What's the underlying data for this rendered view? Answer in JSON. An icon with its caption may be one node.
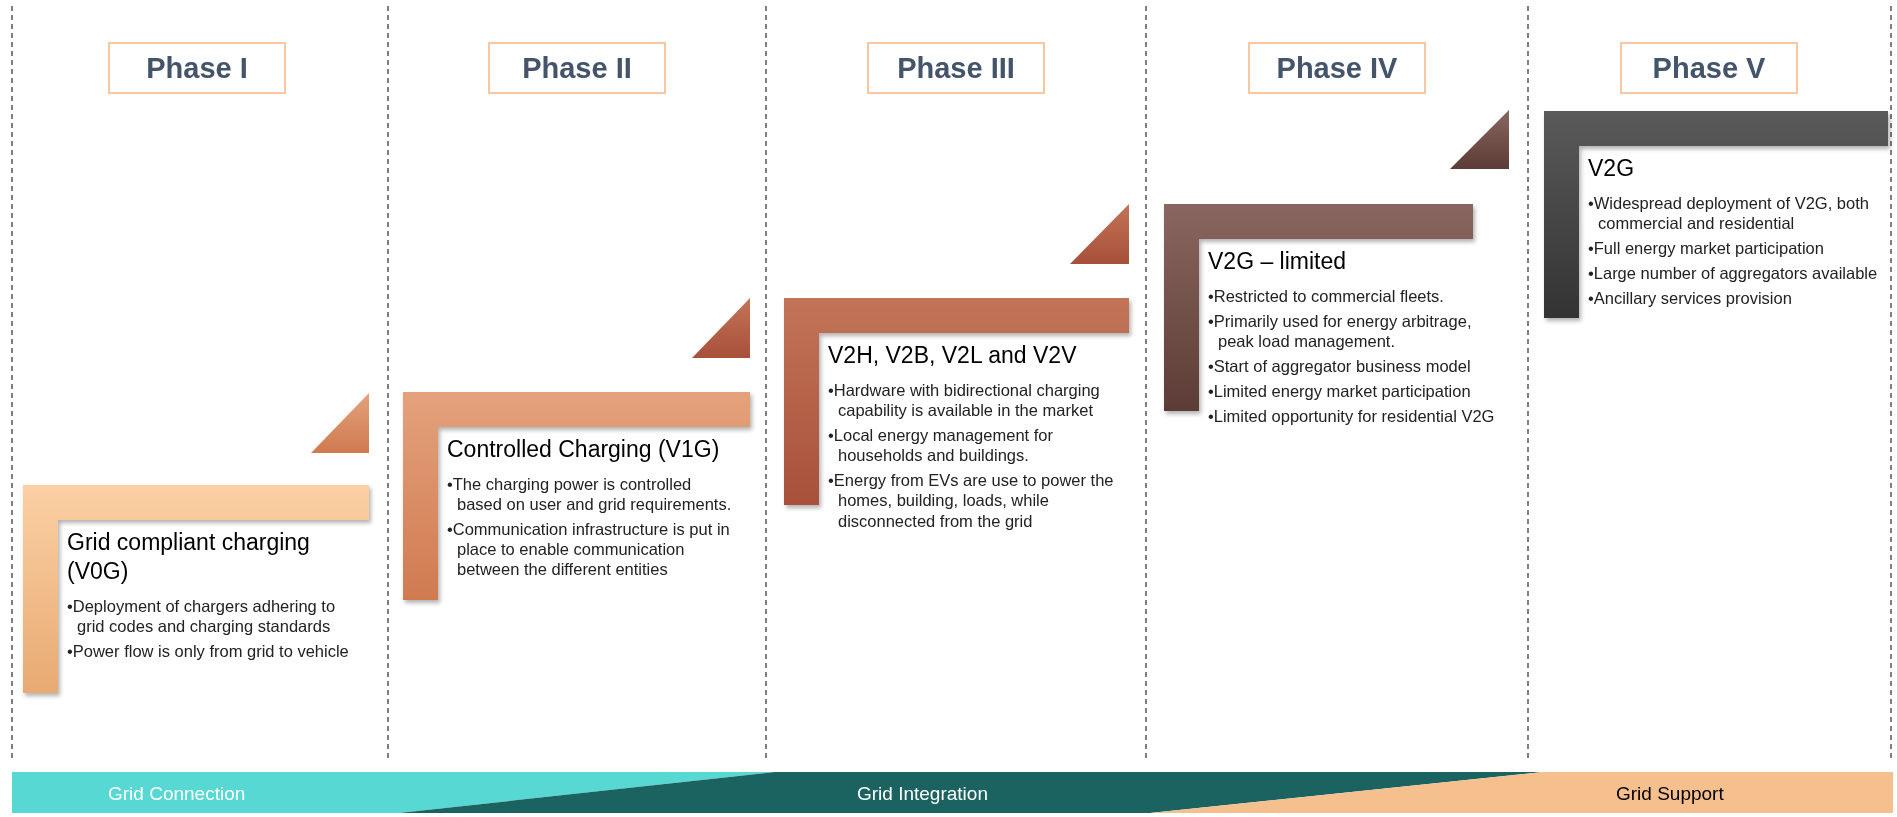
{
  "diagram": {
    "nodes": [
      {
        "text": [
          "Phase I"
        ]
      },
      {
        "text": [
          "Phase II"
        ]
      },
      {
        "text": [
          "Phase III"
        ]
      },
      {
        "text": [
          "Phase IV"
        ]
      },
      {
        "text": [
          "Phase V"
        ]
      },
      {
        "text": [
          "Grid compliant charging (V0G)",
          "•Deployment of chargers adhering to grid codes and charging standards",
          "•Power flow is only from grid to vehicle"
        ]
      },
      {
        "text": [
          "Controlled Charging (V1G)",
          "•The charging power is controlled based on user and grid requirements.",
          "•Communication infrastructure is put in place to enable communication between the different entities"
        ]
      },
      {
        "text": [
          "V2H, V2B, V2L and V2V",
          "•Hardware with bidirectional charging capability is available in the market",
          "•Local energy management for households and buildings.",
          "•Energy from EVs are use to power the homes, building, loads, while disconnected from the grid"
        ]
      },
      {
        "text": [
          "V2G – limited",
          "•Restricted to commercial fleets.",
          "•Primarily used for energy arbitrage, peak load management.",
          "•Start of aggregator business model",
          "•Limited energy market participation",
          "•Limited opportunity for residential V2G"
        ]
      },
      {
        "text": [
          "V2G",
          "•Widespread deployment of V2G, both commercial and residential",
          "•Full energy market participation",
          "•Large number of aggregators available",
          "•Ancillary services provision"
        ]
      },
      {
        "text": [
          "Grid Connection"
        ]
      },
      {
        "text": [
          "Grid Integration"
        ]
      },
      {
        "text": [
          "Grid Support"
        ]
      }
    ]
  }
}
